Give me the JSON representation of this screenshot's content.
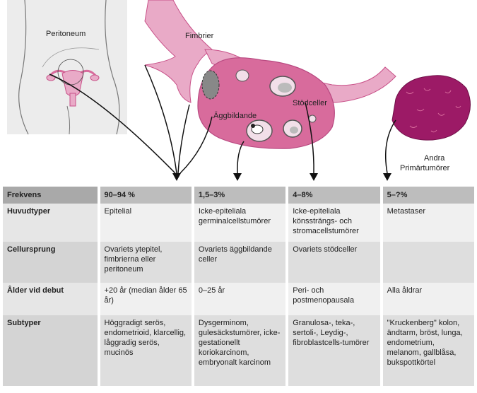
{
  "labels": {
    "peritoneum": "Peritoneum",
    "fimbrier": "Fimbrier",
    "aggbildande": "Äggbildande",
    "stodceller": "Stödceller",
    "andra": "Andra",
    "primartumorer": "Primärtumörer"
  },
  "colors": {
    "tissue_pink": "#d86b9c",
    "light_pink": "#e9aac7",
    "tumor_purple": "#9c1a66",
    "body_gray": "#ececec",
    "header_gray": "#bdbdbd"
  },
  "table": {
    "rows": [
      {
        "label": "Frekvens",
        "cells": [
          "90–94 %",
          "1,5–3%",
          "4–8%",
          "5–?%"
        ]
      },
      {
        "label": "Huvudtyper",
        "cells": [
          "Epitelial",
          "Icke-epiteliala germinalcellstumörer",
          "Icke-epiteliala könssträngs- och stromacellstumörer",
          "Metastaser"
        ]
      },
      {
        "label": "Cellursprung",
        "cells": [
          "Ovariets ytepitel, fimbrierna eller peritoneum",
          "Ovariets äggbildande celler",
          "Ovariets stödceller",
          ""
        ]
      },
      {
        "label": "Ålder vid debut",
        "cells": [
          "+20 år (median ålder 65 år)",
          "0–25 år",
          "Peri- och postmenopausala",
          "Alla åldrar"
        ]
      },
      {
        "label": "Subtyper",
        "cells": [
          "Höggradigt serös, endometrioid, klarcellig, låggradig serös, mucinös",
          "Dysgerminom, gulesäckstumörer, icke-gestationellt koriokarcinom, embryonalt karcinom",
          "Granulosa-, teka-, sertoli-, Leydig-, fibroblastcells-tumörer",
          "\"Kruckenberg\" kolon, ändtarm, bröst, lunga, endometrium, melanom, gallblåsa, bukspottkörtel"
        ]
      }
    ]
  }
}
